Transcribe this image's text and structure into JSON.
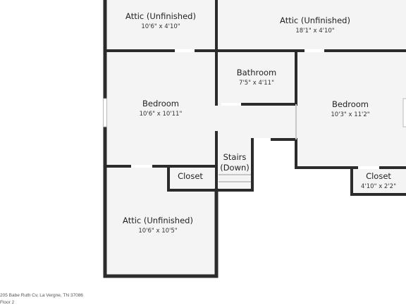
{
  "rooms": {
    "attic_top_left": {
      "name": "Attic (Unfinished)",
      "dims": "10'6\" x 4'10\""
    },
    "attic_top_right": {
      "name": "Attic (Unfinished)",
      "dims": "18'1\" x 4'10\""
    },
    "bedroom_left": {
      "name": "Bedroom",
      "dims": "10'6\" x 10'11\""
    },
    "bathroom": {
      "name": "Bathroom",
      "dims": "7'5\" x 4'11\""
    },
    "bedroom_right": {
      "name": "Bedroom",
      "dims": "10'3\" x 11'2\""
    },
    "stairs": {
      "name_line1": "Stairs",
      "name_line2": "(Down)"
    },
    "closet_left": {
      "name": "Closet"
    },
    "closet_right": {
      "name": "Closet",
      "dims": "4'10\" x 2'2\""
    },
    "attic_bottom": {
      "name": "Attic (Unfinished)",
      "dims": "10'6\" x 10'5\""
    }
  },
  "footer": {
    "address": "205 Babe Ruth Cv, La Vergne, TN 37086",
    "floor_label": "Floor 2"
  },
  "colors": {
    "wall": "#2b2b2b",
    "floor": "#f4f4f4",
    "window": "#b9b9b9"
  }
}
